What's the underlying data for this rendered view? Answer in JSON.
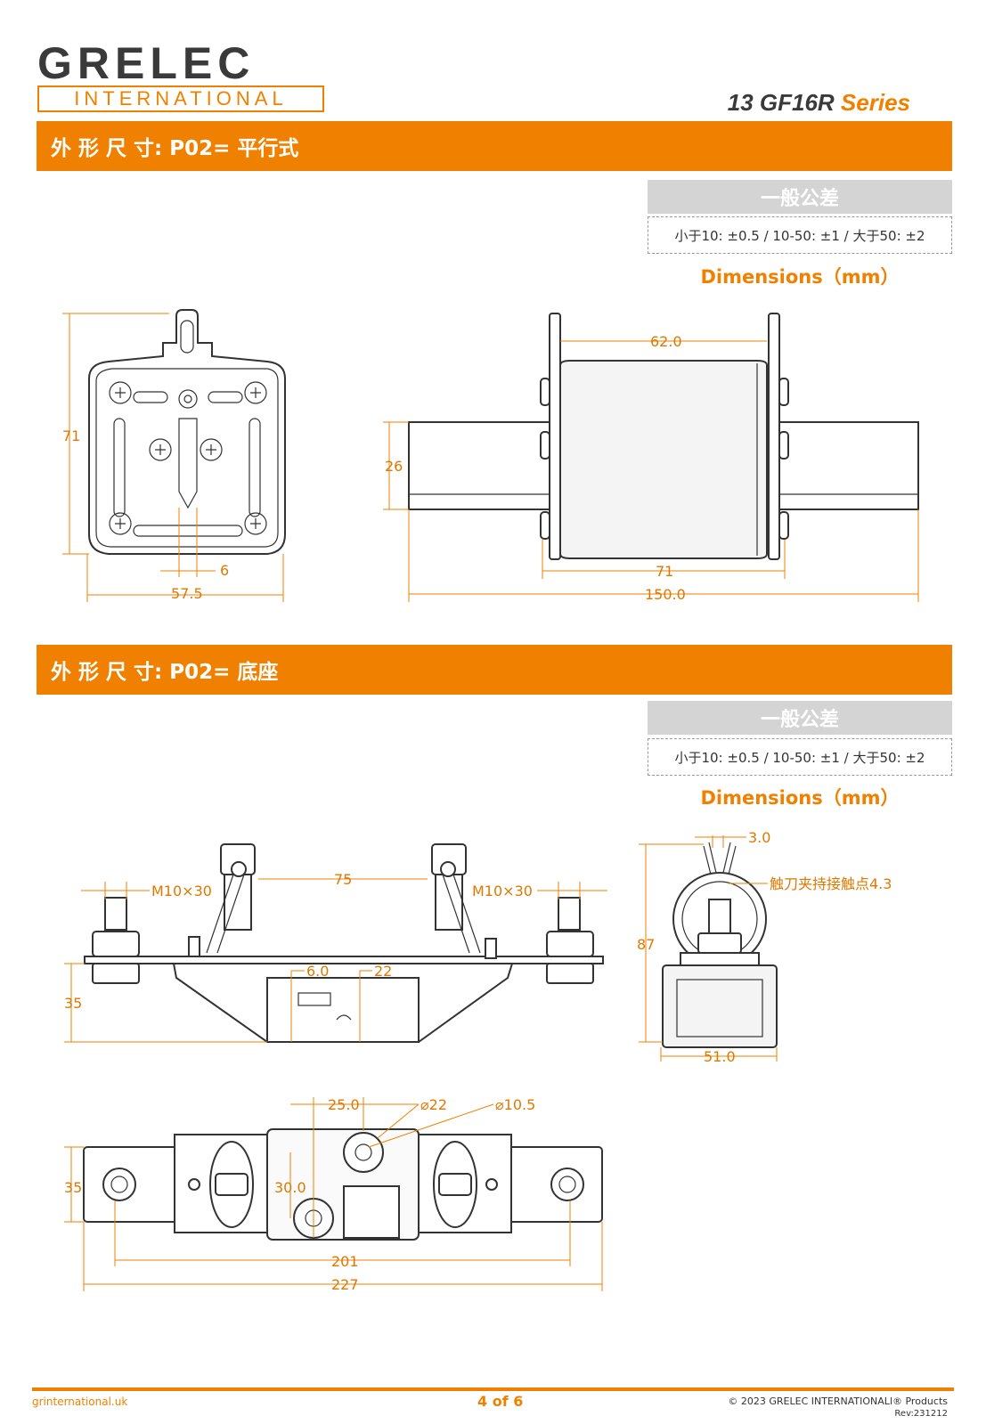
{
  "header": {
    "logo_main": "GRELEC",
    "logo_sub": "INTERNATIONAL",
    "series_prefix": "13 GF16R",
    "series_suffix": "Series"
  },
  "section1": {
    "title": "外 形 尺 寸: P02= 平行式",
    "tolerance_head": "一般公差",
    "tolerance_text": "小于10: ±0.5 / 10-50: ±1 / 大于50: ±2",
    "dimensions_label": "Dimensions（mm）",
    "front": {
      "height": "71",
      "width": "57.5",
      "tab": "6"
    },
    "side": {
      "body": "62.0",
      "height": "26",
      "contact": "71",
      "total": "150.0"
    }
  },
  "section2": {
    "title": "外 形 尺 寸: P02= 底座",
    "tolerance_head": "一般公差",
    "tolerance_text": "小于10: ±0.5 / 10-50: ±1 / 大于50: ±2",
    "dimensions_label": "Dimensions（mm）",
    "base_front": {
      "bolt_left": "M10×30",
      "bolt_right": "M10×30",
      "spacing": "75",
      "d1": "6.0",
      "d2": "22",
      "height": "35"
    },
    "base_side": {
      "gap": "3.0",
      "clip_label": "触刀夹持接触点4.3",
      "height": "87",
      "width": "51.0"
    },
    "base_top": {
      "offset": "25.0",
      "hole1": "⌀22",
      "hole2": "⌀10.5",
      "inner": "30.0",
      "height": "35",
      "inner_len": "201",
      "total_len": "227"
    }
  },
  "footer": {
    "website": "grinternational.uk",
    "page": "4 of 6",
    "copyright": "© 2023  GRELEC INTERNATIONALl® Products",
    "rev": "Rev:231212"
  },
  "colors": {
    "accent": "#f08000",
    "dark": "#3a3a3a",
    "tolerance_bg": "#d4d4d4"
  }
}
